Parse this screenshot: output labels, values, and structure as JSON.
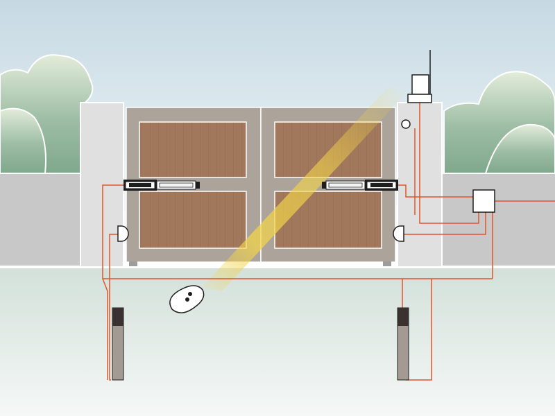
{
  "scene": {
    "subject": "automatic-swing-gate-installation",
    "components": [
      "left-pillar",
      "right-pillar",
      "left-gate-leaf",
      "right-gate-leaf",
      "left-linear-actuator",
      "right-linear-actuator",
      "left-photocell",
      "right-photocell",
      "flashing-lamp-with-antenna",
      "key-switch",
      "control-box",
      "left-photocell-post",
      "right-photocell-post",
      "remote-control",
      "safety-light-beam",
      "wiring"
    ]
  },
  "colors": {
    "sky_top": "#d4e3ea",
    "sky_bottom": "#ffffff",
    "tree": "#8fb39a",
    "tree_light": "#d8e6d1",
    "wall": "#c7c7c7",
    "pillar": "#e0e0e0",
    "gate_frame": "#aea49b",
    "wood": "#a2785c",
    "wood_line": "#8a6349",
    "ground_top": "#dbe6e1",
    "ground_bottom": "#f4f7f6",
    "wire": "#e0552b",
    "beam": "#f2d44a",
    "post": "#a29a93",
    "post_head": "#3a3230",
    "outline": "#2a2a2a"
  },
  "icons": {
    "lamp": "flashing-lamp-icon",
    "key_switch": "key-switch-icon",
    "control_box": "control-box-icon",
    "photocell": "photocell-icon",
    "remote": "remote-control-icon"
  }
}
